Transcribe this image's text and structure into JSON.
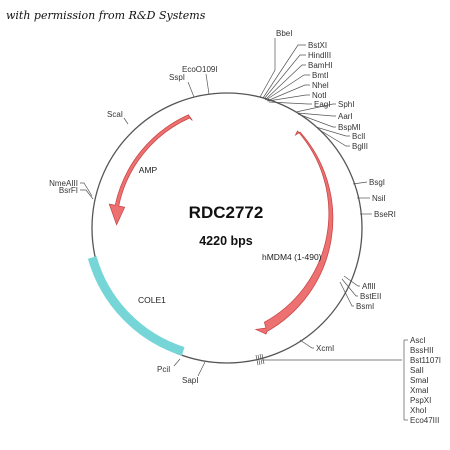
{
  "header": {
    "permission": "with permission from R&D Systems"
  },
  "plasmid": {
    "name": "RDC2772",
    "size": "4220 bps"
  },
  "features": {
    "amp": "AMP",
    "hmdm4": "hMDM4 (1-490)",
    "cole1": "COLE1"
  },
  "colors": {
    "arrow_fill": "#ee7171",
    "arrow_stroke": "#c84848",
    "cole1": "#76d6d7",
    "backbone": "#555555"
  },
  "sites": {
    "bbei": "BbeI",
    "cluster_top": [
      "BstXI",
      "HindIII",
      "BamHI",
      "BmtI",
      "NheI",
      "NotI",
      "EagI"
    ],
    "cluster_mid": [
      "SphI",
      "AarI",
      "BspMI"
    ],
    "bcli": "BclI",
    "bglii": "BglII",
    "bsgi": "BsgI",
    "nsii": "NsiI",
    "bseri": "BseRI",
    "afiii": "AflII",
    "bsteii": "BstEII",
    "bsmi": "BsmI",
    "xcmi": "XcmI",
    "cluster_right": [
      "AscI",
      "BssHII",
      "Bst1107I",
      "SalI",
      "SmaI",
      "XmaI",
      "PspXI",
      "XhoI",
      "Eco47III"
    ],
    "sapi": "SapI",
    "pcii": "PciI",
    "nmeaiii": "NmeAIII",
    "bsrfi": "BsrFI",
    "scai": "ScaI",
    "sspi": "SspI",
    "ecoo109i": "EcoO109I"
  }
}
